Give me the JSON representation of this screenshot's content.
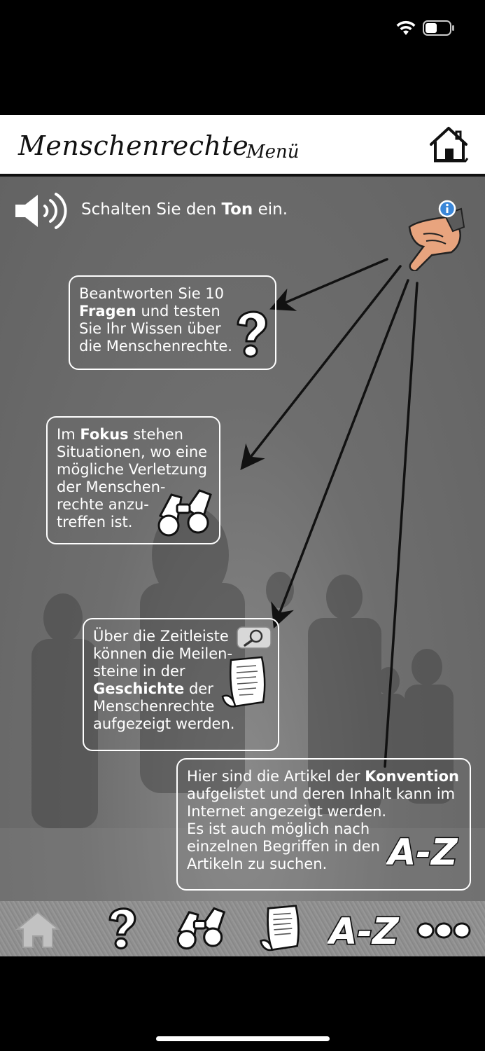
{
  "header": {
    "title": "Menschenrechte",
    "menu_label": "Menü"
  },
  "sound_hint": {
    "prefix": "Schalten Sie den ",
    "bold": "Ton",
    "suffix": " ein."
  },
  "bubbles": {
    "quiz": {
      "l1": "Beantworten Sie 10",
      "l2_bold": "Fragen",
      "l2_rest": " und testen",
      "l3": "Sie Ihr Wissen über",
      "l4": "die Menschenrechte."
    },
    "focus": {
      "l1_pre": "Im ",
      "l1_bold": "Fokus",
      "l1_rest": " stehen",
      "l2": "Situationen, wo eine",
      "l3": "mögliche Verletzung",
      "l4": "der Menschen-",
      "l5": "rechte anzu-",
      "l6": "treffen ist."
    },
    "timeline": {
      "l1": "Über die Zeitleiste",
      "l2": "können die Meilen-",
      "l3": "steine in der",
      "l4_bold": "Geschichte",
      "l4_rest": " der",
      "l5": "Menschenrechte",
      "l6": "aufgezeigt werden."
    },
    "convention": {
      "l1_pre": "Hier sind die Artikel der ",
      "l1_bold": "Konvention",
      "l2": "aufgelistet und deren Inhalt kann im",
      "l3": "Internet angezeigt werden.",
      "l4": "Es ist auch möglich nach",
      "l5": "einzelnen Begriffen in den",
      "l6": "Artikeln zu suchen.",
      "badge": "A-Z"
    }
  },
  "tabbar": {
    "tabs": [
      {
        "icon": "home-icon"
      },
      {
        "icon": "question-icon"
      },
      {
        "icon": "binoculars-icon"
      },
      {
        "icon": "document-icon"
      },
      {
        "icon": "a-z-icon",
        "label": "A-Z"
      },
      {
        "icon": "more-icon"
      }
    ]
  },
  "colors": {
    "background": "#6b6b6b",
    "header": "#ffffff",
    "text": "#ffffff",
    "info_badge": "#3a86d8"
  }
}
